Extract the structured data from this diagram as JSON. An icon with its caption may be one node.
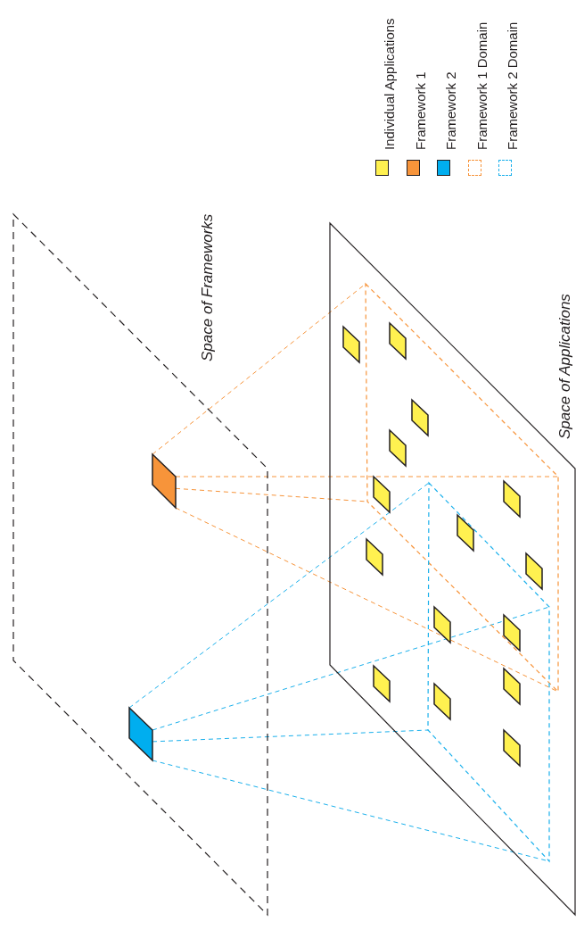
{
  "diagram": {
    "nodes": [
      {
        "text": [
          "Space of Frameworks"
        ]
      },
      {
        "text": [],
        "shape": "box",
        "in": 0
      },
      {
        "text": [],
        "shape": "box",
        "in": 0
      },
      {
        "text": [
          "Space of Applications"
        ]
      },
      {
        "text": [],
        "shape": "box",
        "in": 3
      },
      {
        "text": [],
        "shape": "box",
        "in": 3
      },
      {
        "text": [],
        "shape": "box",
        "in": 3
      },
      {
        "text": [],
        "shape": "box",
        "in": 4
      },
      {
        "text": [],
        "shape": "box",
        "in": 4
      },
      {
        "text": [],
        "shape": "box",
        "in": 4
      },
      {
        "text": [],
        "shape": "box",
        "in": 4
      },
      {
        "text": [],
        "shape": "box",
        "in": 4
      },
      {
        "text": [],
        "shape": "box"
      },
      {
        "text": [],
        "shape": "box",
        "in": 4
      },
      {
        "text": [],
        "shape": "box",
        "in": 3
      },
      {
        "text": [],
        "shape": "box",
        "in": 5
      },
      {
        "text": [],
        "shape": "box"
      },
      {
        "text": [],
        "shape": "box",
        "in": 3
      },
      {
        "text": [],
        "shape": "box",
        "in": 5
      },
      {
        "text": [],
        "shape": "box",
        "in": 5
      },
      {
        "text": [],
        "shape": "box",
        "in": 5
      }
    ],
    "edges": [
      {
        "from": 1,
        "to": 4,
        "arrow": "none",
        "style": "dashed",
        "color": "#f7943a"
      },
      {
        "from": 1,
        "to": 4,
        "arrow": "none",
        "style": "dashed",
        "color": "#f7943a"
      },
      {
        "from": 1,
        "to": 4,
        "arrow": "none",
        "style": "dashed",
        "color": "#f7943a"
      },
      {
        "from": 1,
        "to": 4,
        "arrow": "none",
        "style": "dashed",
        "color": "#f7943a"
      },
      {
        "from": 2,
        "to": 5,
        "arrow": "none",
        "style": "dashed",
        "color": "#1ab0ec"
      },
      {
        "from": 2,
        "to": 5,
        "arrow": "none",
        "style": "dashed",
        "color": "#1ab0ec"
      },
      {
        "from": 2,
        "to": 5,
        "arrow": "none",
        "style": "dashed",
        "color": "#1ab0ec"
      },
      {
        "from": 2,
        "to": 5,
        "arrow": "none",
        "style": "dashed",
        "color": "#1ab0ec"
      }
    ],
    "legend": [
      {
        "text": "Individual Applications",
        "color": "#fff150"
      },
      {
        "text": "Framework 1",
        "color": "#f7943a"
      },
      {
        "text": "Framework 2",
        "color": "#00aeef"
      },
      {
        "text": "Framework 1 Domain"
      },
      {
        "text": "Framework 2 Domain"
      }
    ]
  }
}
